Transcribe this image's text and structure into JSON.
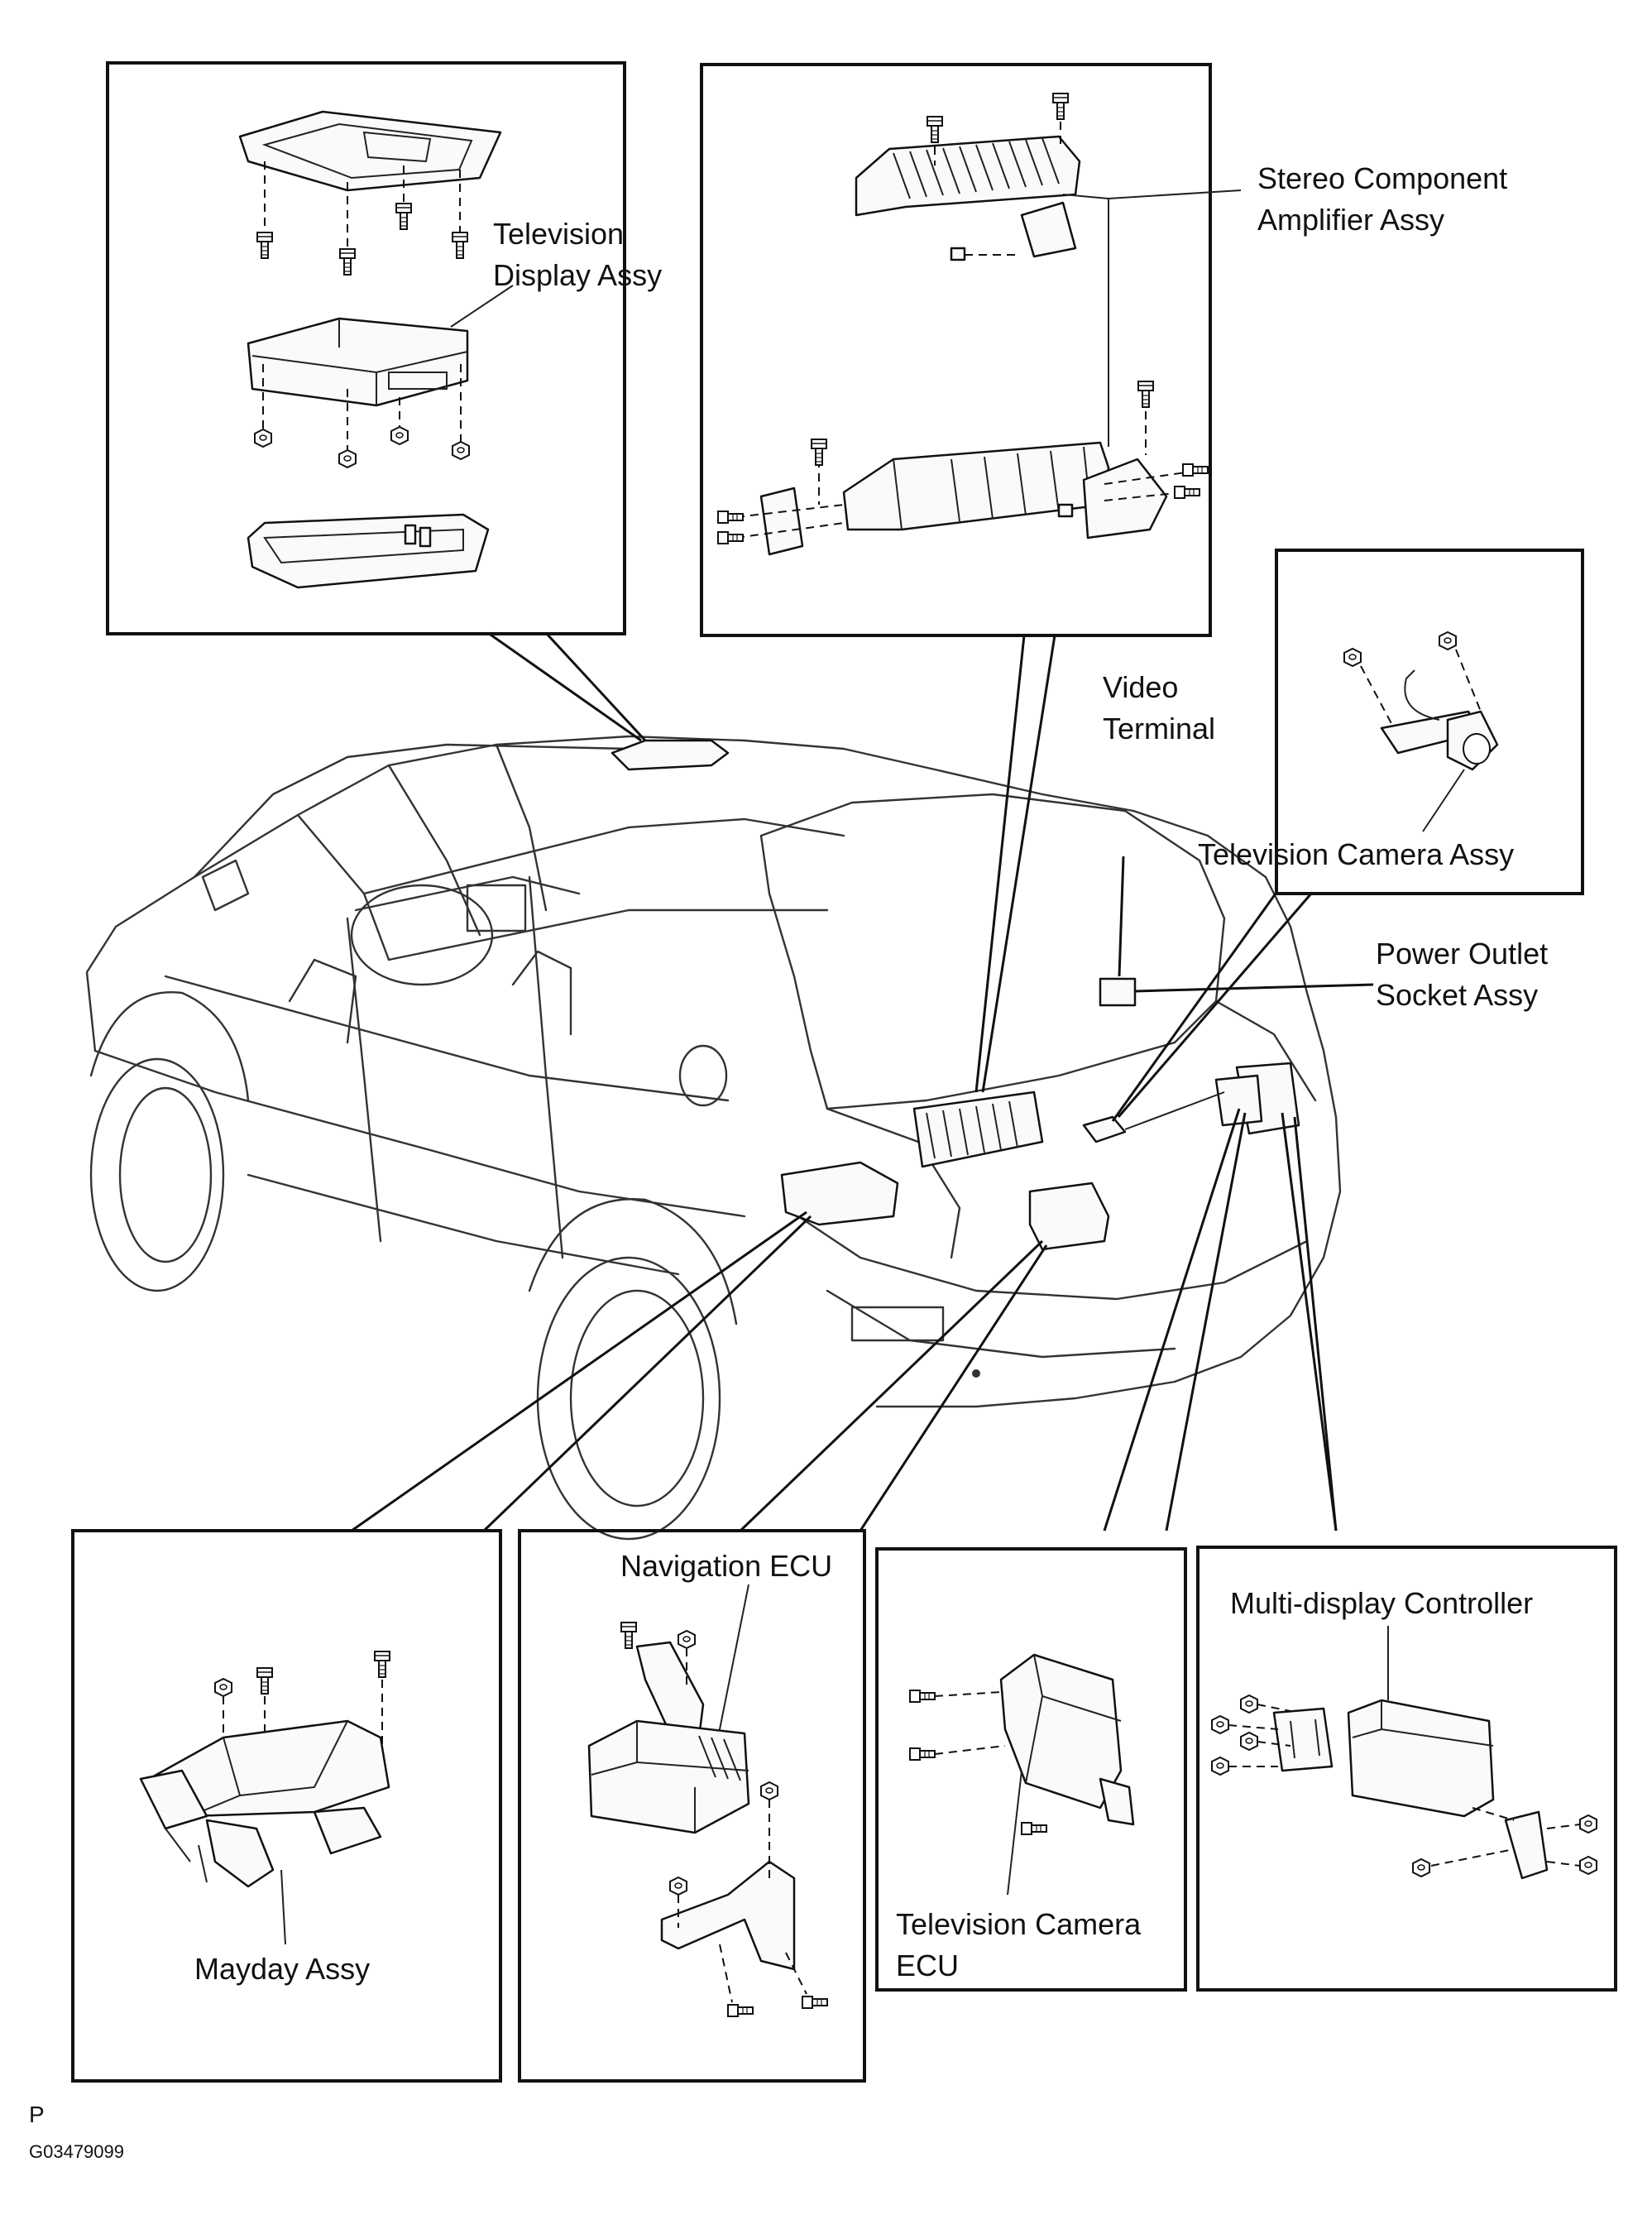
{
  "labels": {
    "television_display_assy": [
      "Television",
      "Display Assy"
    ],
    "stereo_component_amplifier_assy": [
      "Stereo Component",
      "Amplifier Assy"
    ],
    "video_terminal": [
      "Video",
      "Terminal"
    ],
    "television_camera_assy": "Television Camera Assy",
    "power_outlet_socket_assy": [
      "Power Outlet",
      "Socket Assy"
    ],
    "mayday_assy": "Mayday Assy",
    "navigation_ecu": "Navigation ECU",
    "television_camera_ecu": [
      "Television Camera",
      "ECU"
    ],
    "multi_display_controller": "Multi-display Controller"
  },
  "footer": {
    "mark": "P",
    "code": "G03479099"
  }
}
